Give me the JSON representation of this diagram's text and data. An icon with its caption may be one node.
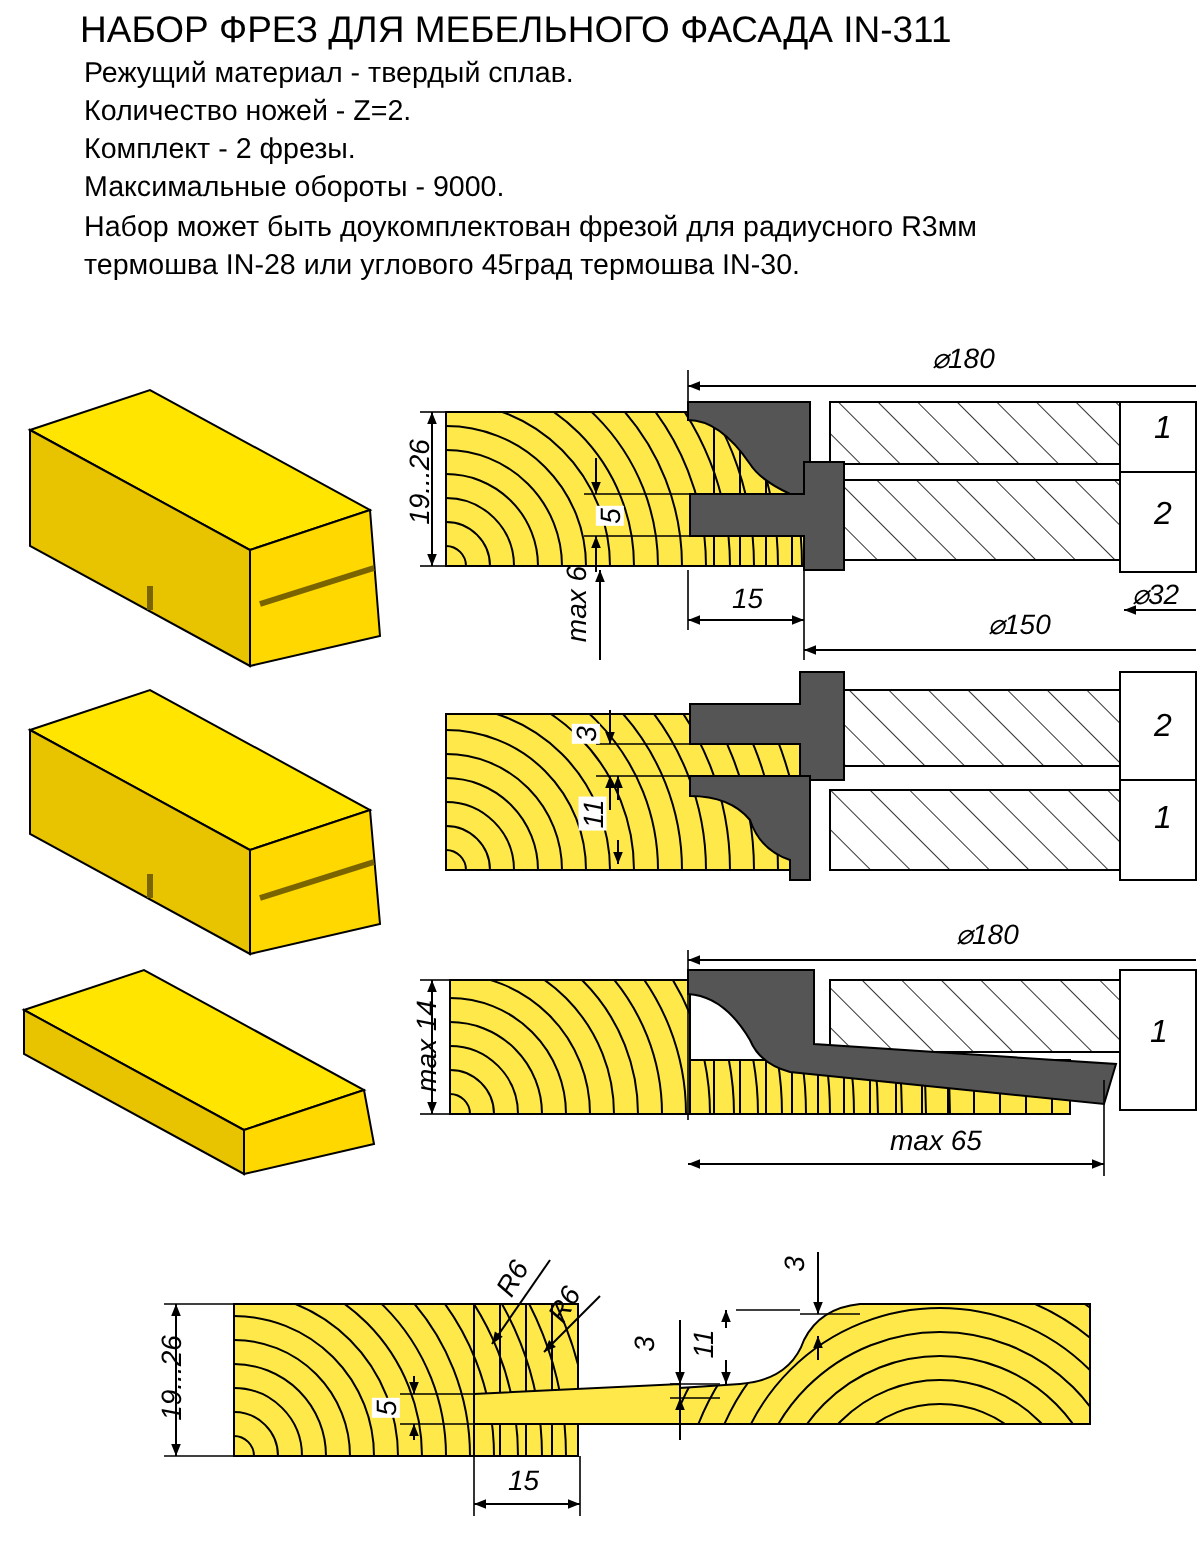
{
  "diagram": {
    "title": "НАБОР ФРЕЗ ДЛЯ МЕБЕЛЬНОГО ФАСАДА IN-311",
    "labels": [
      "Режущий материал - твердый сплав.",
      "Количество ножей - Z=2.",
      "Комплект - 2 фрезы.",
      "Максимальные обороты - 9000.",
      "Набор может быть доукомплектован фрезой для радиусного R3мм термошва IN-28 или углового 45град термошва IN-30.",
      "⌀180",
      "19...26",
      "5",
      "1",
      "2",
      "max 6",
      "15",
      "⌀32",
      "⌀150",
      "2",
      "3",
      "11",
      "1",
      "⌀180",
      "max 14",
      "1",
      "max 65",
      "R6",
      "R6",
      "3",
      "19...26",
      "3",
      "11",
      "5",
      "15"
    ]
  }
}
